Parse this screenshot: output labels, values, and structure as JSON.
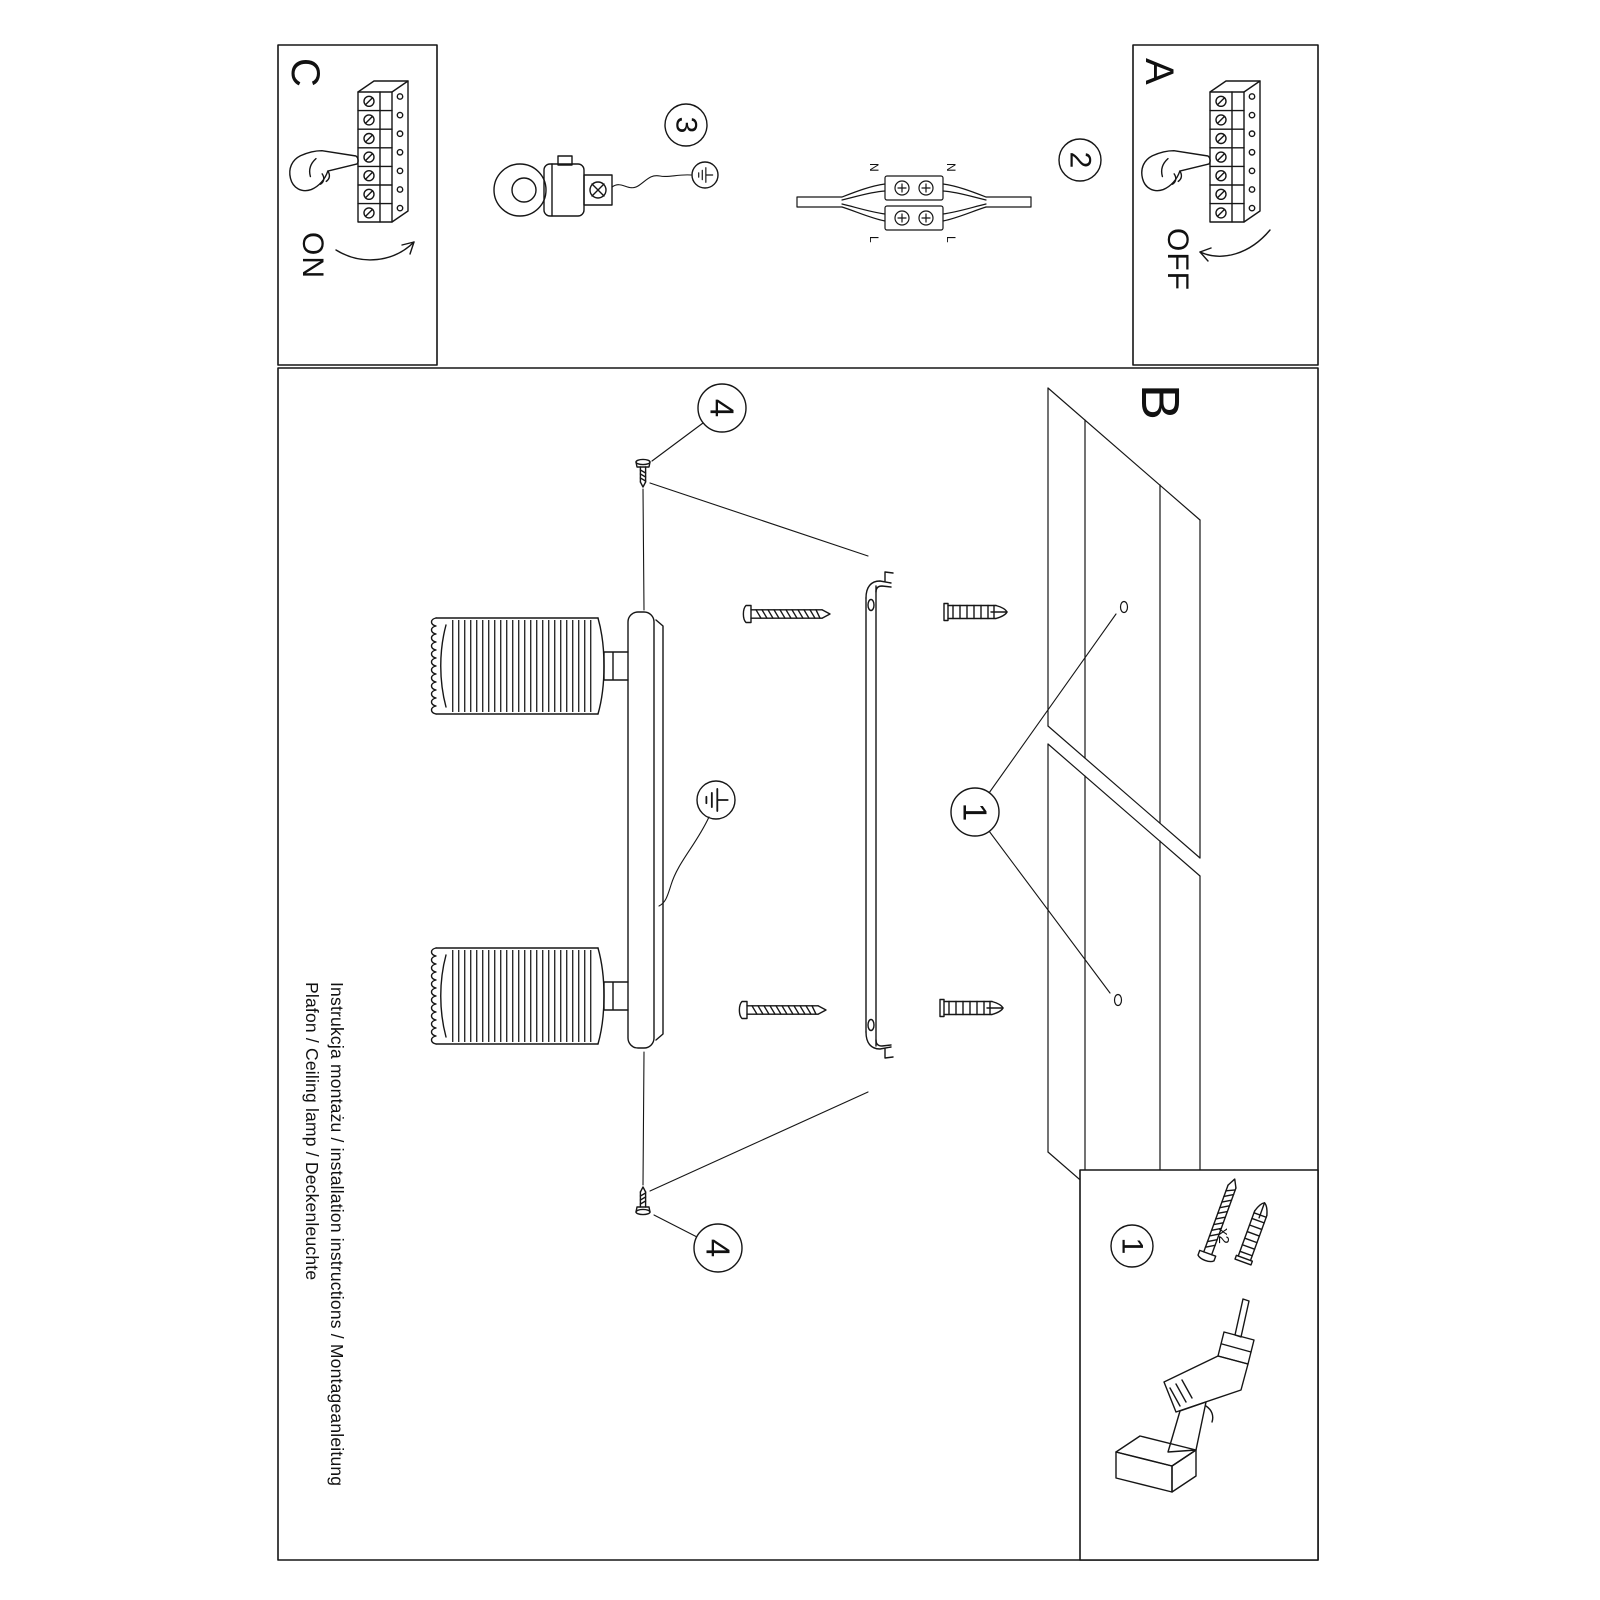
{
  "page": {
    "footer_line_1": "Instrukcja montażu / installation instructions / Montageanleitung",
    "footer_line_2": "Plafon / Ceiling lamp / Deckenleuchte"
  },
  "sections": {
    "a": {
      "label": "A",
      "switch_state": "OFF"
    },
    "b": {
      "label": "B"
    },
    "c": {
      "label": "C",
      "switch_state": "ON"
    }
  },
  "callouts": {
    "step_1": "1",
    "step_2": "2",
    "step_3": "3",
    "step_4": "4"
  },
  "wiring": {
    "neutral": "N",
    "live": "L"
  },
  "parts": {
    "anchor_qty": "x2"
  }
}
